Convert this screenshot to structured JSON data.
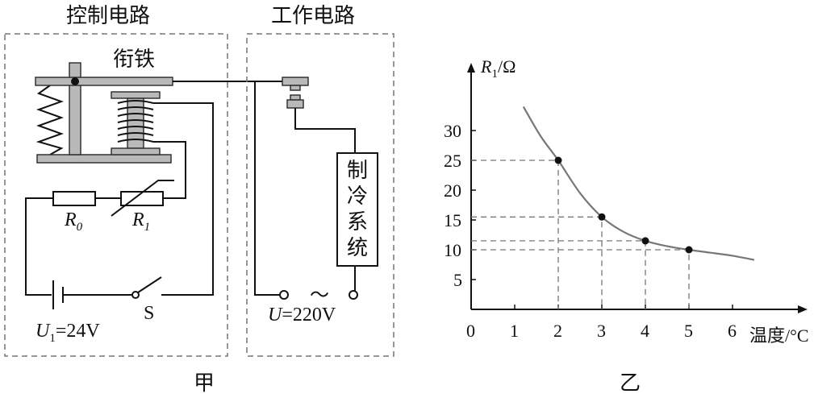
{
  "control": {
    "title": "控制电路",
    "armature_label": "衔铁",
    "r0_main": "R",
    "r0_sub": "0",
    "r1_main": "R",
    "r1_sub": "1",
    "switch_label": "S",
    "u1_main": "U",
    "u1_sub": "1",
    "u1_value": "=24V"
  },
  "work": {
    "title": "工作电路",
    "fridge_label": [
      "制",
      "冷",
      "系",
      "统"
    ],
    "ac_symbol": "～",
    "u_main": "U",
    "u_value": "=220V"
  },
  "captions": {
    "left": "甲",
    "right": "乙"
  },
  "chart_data": {
    "type": "line",
    "ylabel_main": "R",
    "ylabel_sub": "1",
    "ylabel_unit": "/Ω",
    "xlabel": "温度/°C",
    "origin_label": "0",
    "x_ticks": [
      "1",
      "2",
      "3",
      "4",
      "5",
      "6"
    ],
    "y_ticks": [
      "5",
      "10",
      "15",
      "20",
      "25",
      "30"
    ],
    "xlim": [
      0,
      7.5
    ],
    "ylim": [
      0,
      40
    ],
    "curve": [
      [
        1.2,
        34
      ],
      [
        1.6,
        29
      ],
      [
        2,
        25
      ],
      [
        2.5,
        19.5
      ],
      [
        3,
        15.5
      ],
      [
        3.5,
        13
      ],
      [
        4,
        11.5
      ],
      [
        4.5,
        10.6
      ],
      [
        5,
        10
      ],
      [
        5.5,
        9.5
      ],
      [
        6,
        9
      ],
      [
        6.5,
        8.3
      ]
    ],
    "points": [
      {
        "x": 2,
        "y": 25
      },
      {
        "x": 3,
        "y": 15.5
      },
      {
        "x": 4,
        "y": 11.5
      },
      {
        "x": 5,
        "y": 10
      }
    ]
  }
}
